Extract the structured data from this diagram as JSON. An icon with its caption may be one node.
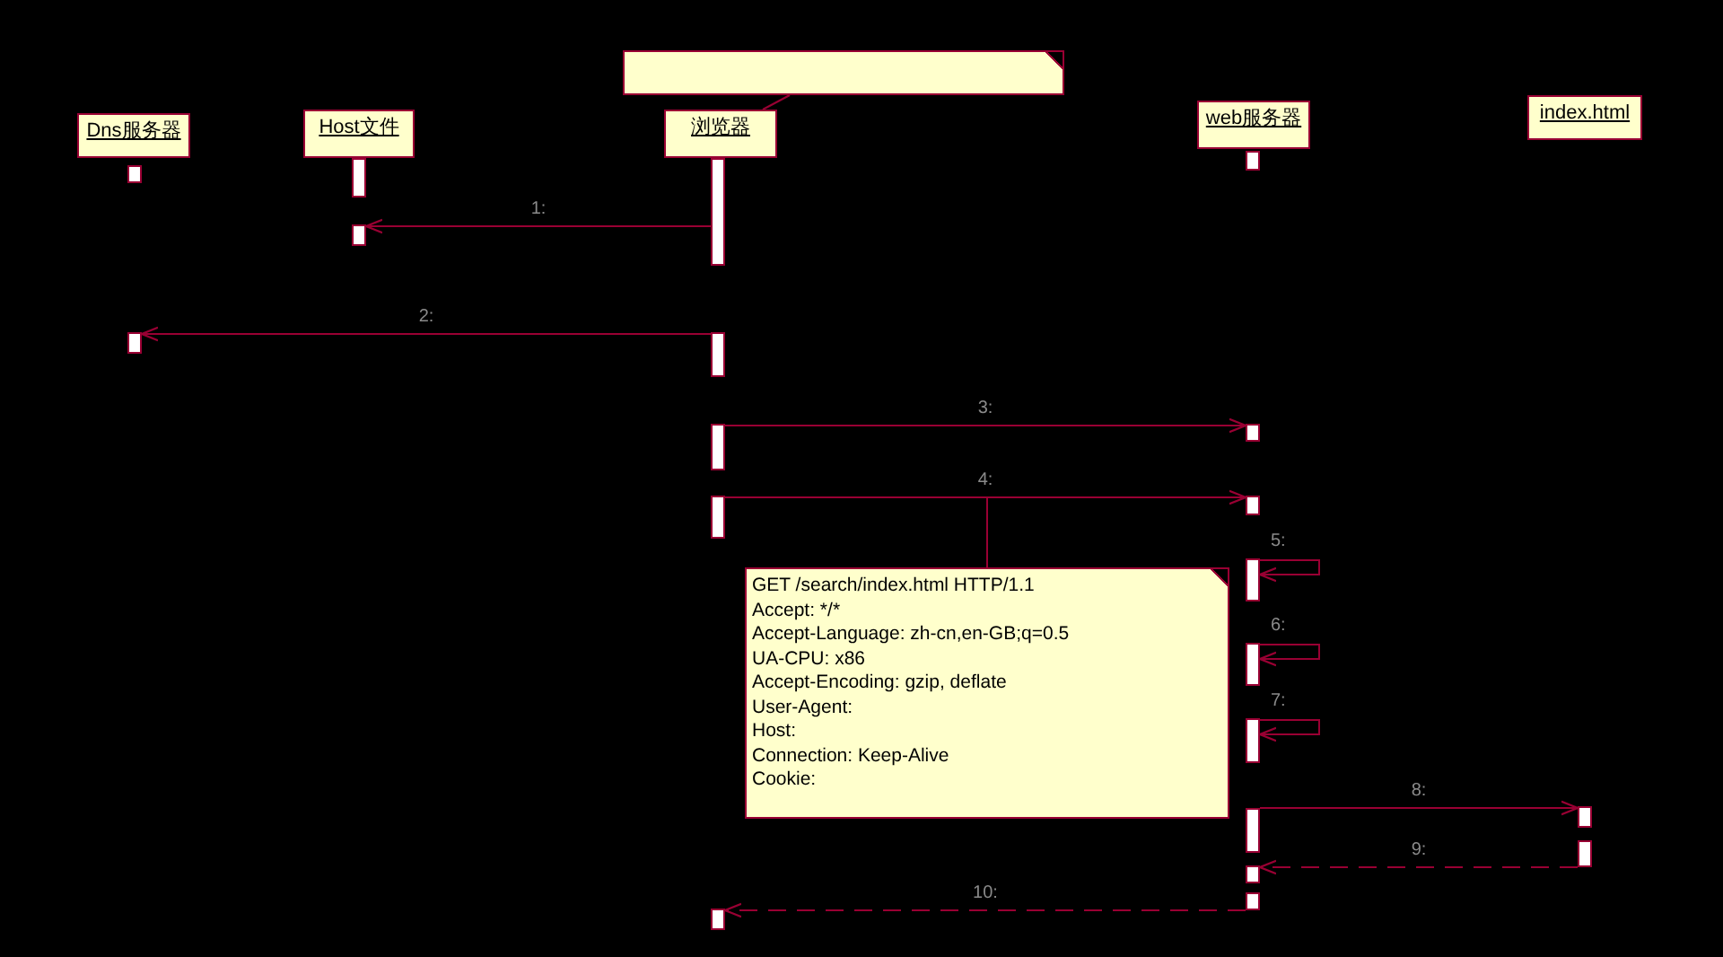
{
  "diagram": {
    "nodes": [
      {
        "text": [],
        "shape": "box"
      },
      {
        "text": [
          "Dns服务器"
        ]
      },
      {
        "text": [
          "Host文件"
        ]
      },
      {
        "text": [
          "浏览器"
        ]
      },
      {
        "text": [
          "web服务器"
        ]
      },
      {
        "text": [
          "index.html"
        ]
      },
      {
        "text": [],
        "shape": "bar"
      },
      {
        "text": [],
        "shape": "bar"
      },
      {
        "text": [],
        "shape": "bar"
      },
      {
        "text": [],
        "shape": "bar"
      },
      {
        "text": [],
        "shape": "bar"
      },
      {
        "text": [],
        "shape": "bar"
      },
      {
        "text": [],
        "shape": "bar"
      },
      {
        "text": [],
        "shape": "bar"
      },
      {
        "text": [],
        "shape": "bar"
      },
      {
        "text": [],
        "shape": "bar"
      },
      {
        "text": [],
        "shape": "bar"
      },
      {
        "text": [],
        "shape": "bar"
      },
      {
        "text": [],
        "shape": "bar"
      },
      {
        "text": [],
        "shape": "bar"
      },
      {
        "text": [],
        "shape": "bar"
      },
      {
        "text": [],
        "shape": "bar"
      },
      {
        "text": [],
        "shape": "bar"
      },
      {
        "text": [],
        "shape": "bar"
      },
      {
        "text": [],
        "shape": "bar"
      },
      {
        "text": [],
        "shape": "bar"
      },
      {
        "text": [
          "GET /search/index.html HTTP/1.1",
          "Accept: */*",
          "Accept-Language: zh-cn,en-GB;q=0.5",
          "UA-CPU: x86",
          "Accept-Encoding: gzip, deflate",
          "User-Agent:",
          "Host:",
          "Connection: Keep-Alive",
          "Cookie:"
        ]
      }
    ],
    "edges": [
      {
        "from": 8,
        "to": 10,
        "arrow": "to",
        "label": "1:"
      },
      {
        "from": 12,
        "to": 11,
        "arrow": "to",
        "label": "2:"
      },
      {
        "from": 13,
        "to": 14,
        "arrow": "to",
        "label": "3:"
      },
      {
        "from": 15,
        "to": 16,
        "arrow": "to",
        "label": "4:"
      },
      {
        "from": 17,
        "to": 17,
        "arrow": "to",
        "label": "5:"
      },
      {
        "from": 18,
        "to": 18,
        "arrow": "to",
        "label": "6:"
      },
      {
        "from": 19,
        "to": 19,
        "arrow": "to",
        "label": "7:"
      },
      {
        "from": 20,
        "to": 21,
        "arrow": "to",
        "label": "8:"
      },
      {
        "from": 22,
        "to": 23,
        "arrow": "to",
        "label": "9:",
        "style": "dashed"
      },
      {
        "from": 24,
        "to": 25,
        "arrow": "to",
        "label": "10:",
        "style": "dashed"
      },
      {
        "from": 26,
        "to": null,
        "arrow": "none"
      },
      {
        "from": 0,
        "to": 3,
        "arrow": "none"
      }
    ]
  }
}
